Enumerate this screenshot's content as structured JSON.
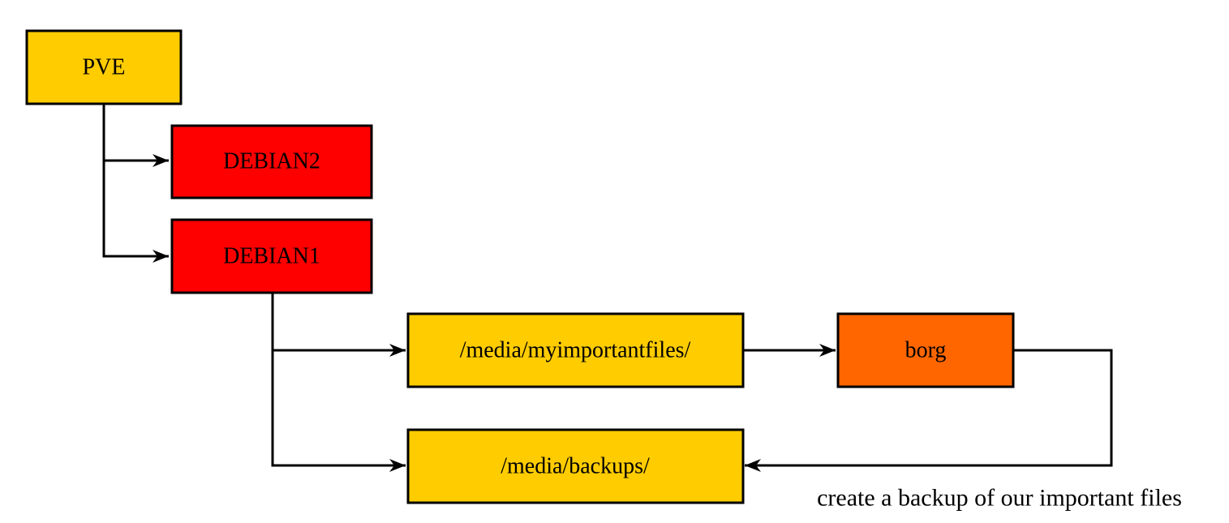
{
  "colors": {
    "yellow": "#ffcc00",
    "red": "#ff0000",
    "orange": "#ff6600",
    "line": "#000000"
  },
  "nodes": [
    {
      "id": "pve",
      "label": "PVE",
      "color": "yellow"
    },
    {
      "id": "debian2",
      "label": "DEBIAN2",
      "color": "red"
    },
    {
      "id": "debian1",
      "label": "DEBIAN1",
      "color": "red"
    },
    {
      "id": "myimportantfiles",
      "label": "/media/myimportantfiles/",
      "color": "yellow"
    },
    {
      "id": "borg",
      "label": "borg",
      "color": "orange"
    },
    {
      "id": "backups",
      "label": "/media/backups/",
      "color": "yellow"
    }
  ],
  "edges": [
    {
      "from": "pve",
      "to": "debian2"
    },
    {
      "from": "pve",
      "to": "debian1"
    },
    {
      "from": "debian1",
      "to": "myimportantfiles"
    },
    {
      "from": "debian1",
      "to": "backups"
    },
    {
      "from": "myimportantfiles",
      "to": "borg"
    },
    {
      "from": "borg",
      "to": "backups",
      "label": "create a backup of our important files"
    }
  ]
}
